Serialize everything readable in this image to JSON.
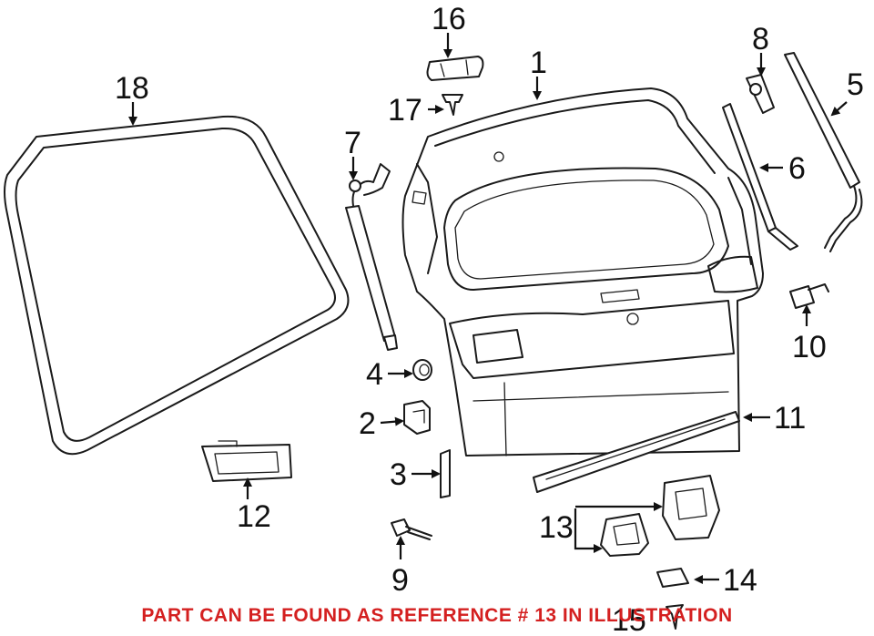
{
  "diagram": {
    "callouts": {
      "c1": "1",
      "c2": "2",
      "c3": "3",
      "c4": "4",
      "c5": "5",
      "c6": "6",
      "c7": "7",
      "c8": "8",
      "c9": "9",
      "c10": "10",
      "c11": "11",
      "c12": "12",
      "c13": "13",
      "c14": "14",
      "c15": "15",
      "c16": "16",
      "c17": "17",
      "c18": "18"
    },
    "footer_note": "PART CAN BE FOUND AS REFERENCE # 13 IN ILLUSTRATION",
    "footer_color": "#d42020"
  }
}
